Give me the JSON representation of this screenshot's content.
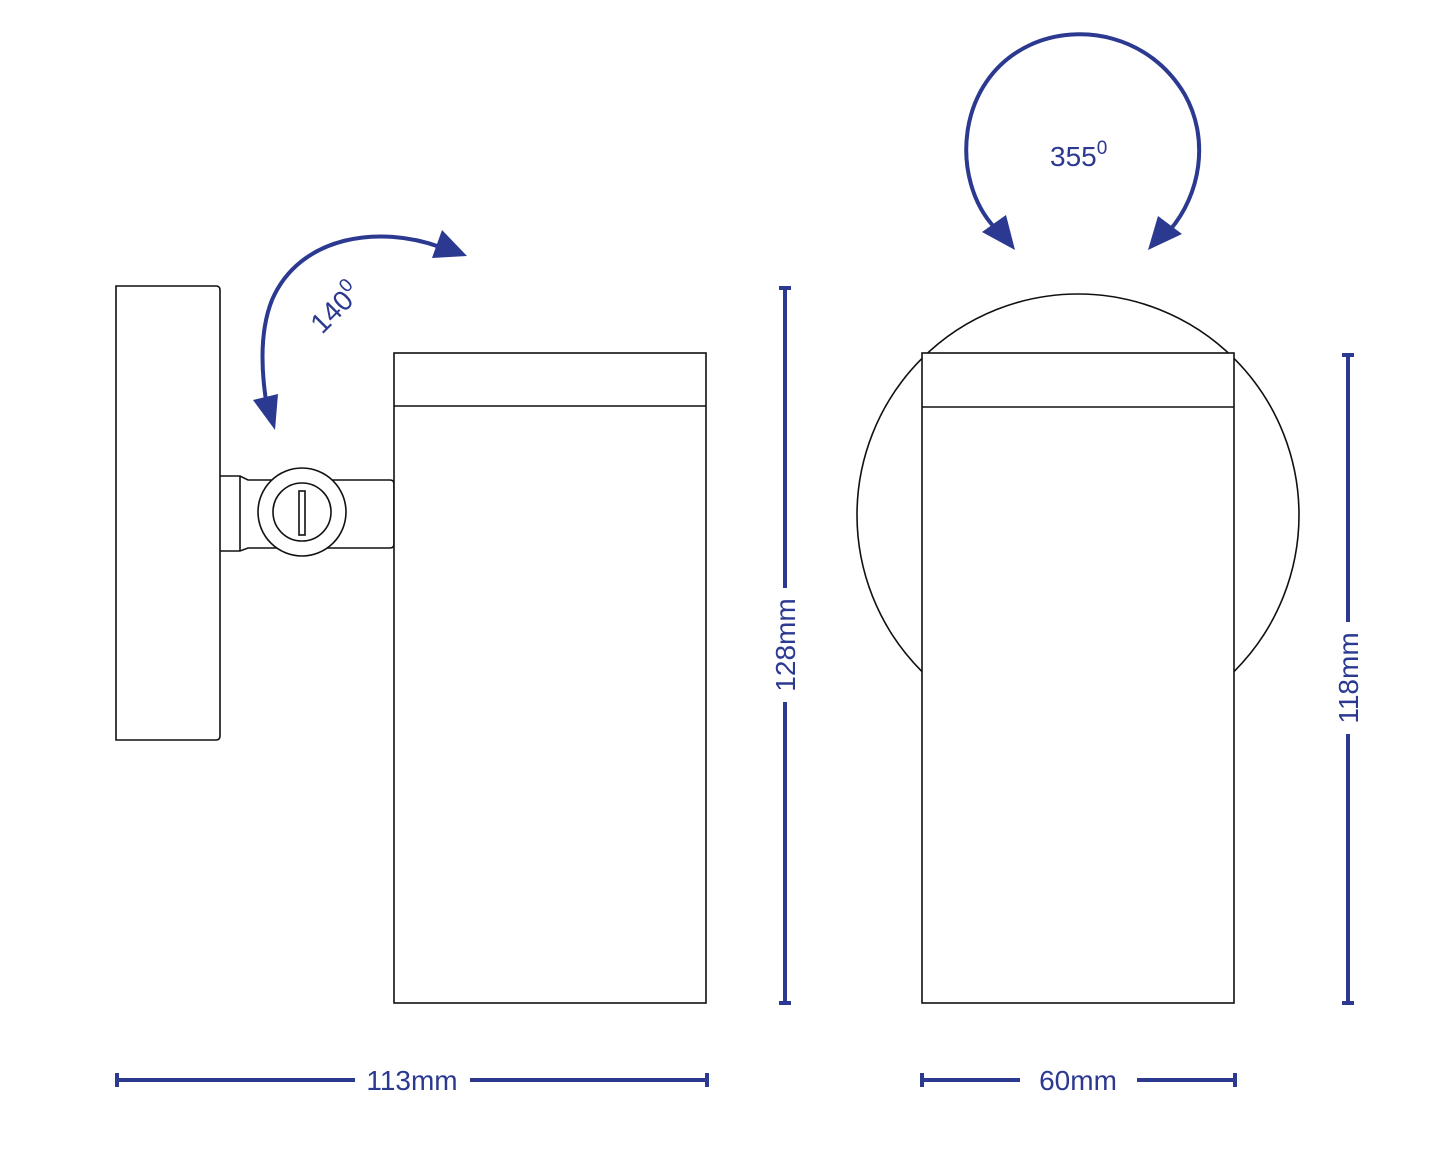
{
  "colors": {
    "dimension": "#2b3990",
    "outline": "#111111"
  },
  "side_view": {
    "tilt_angle": {
      "value": "140",
      "unit_sup": "0"
    },
    "height_label": "128mm",
    "width_label": "113mm"
  },
  "front_view": {
    "rotation_angle": {
      "value": "355",
      "unit_sup": "0"
    },
    "height_label": "118mm",
    "width_label": "60mm"
  }
}
